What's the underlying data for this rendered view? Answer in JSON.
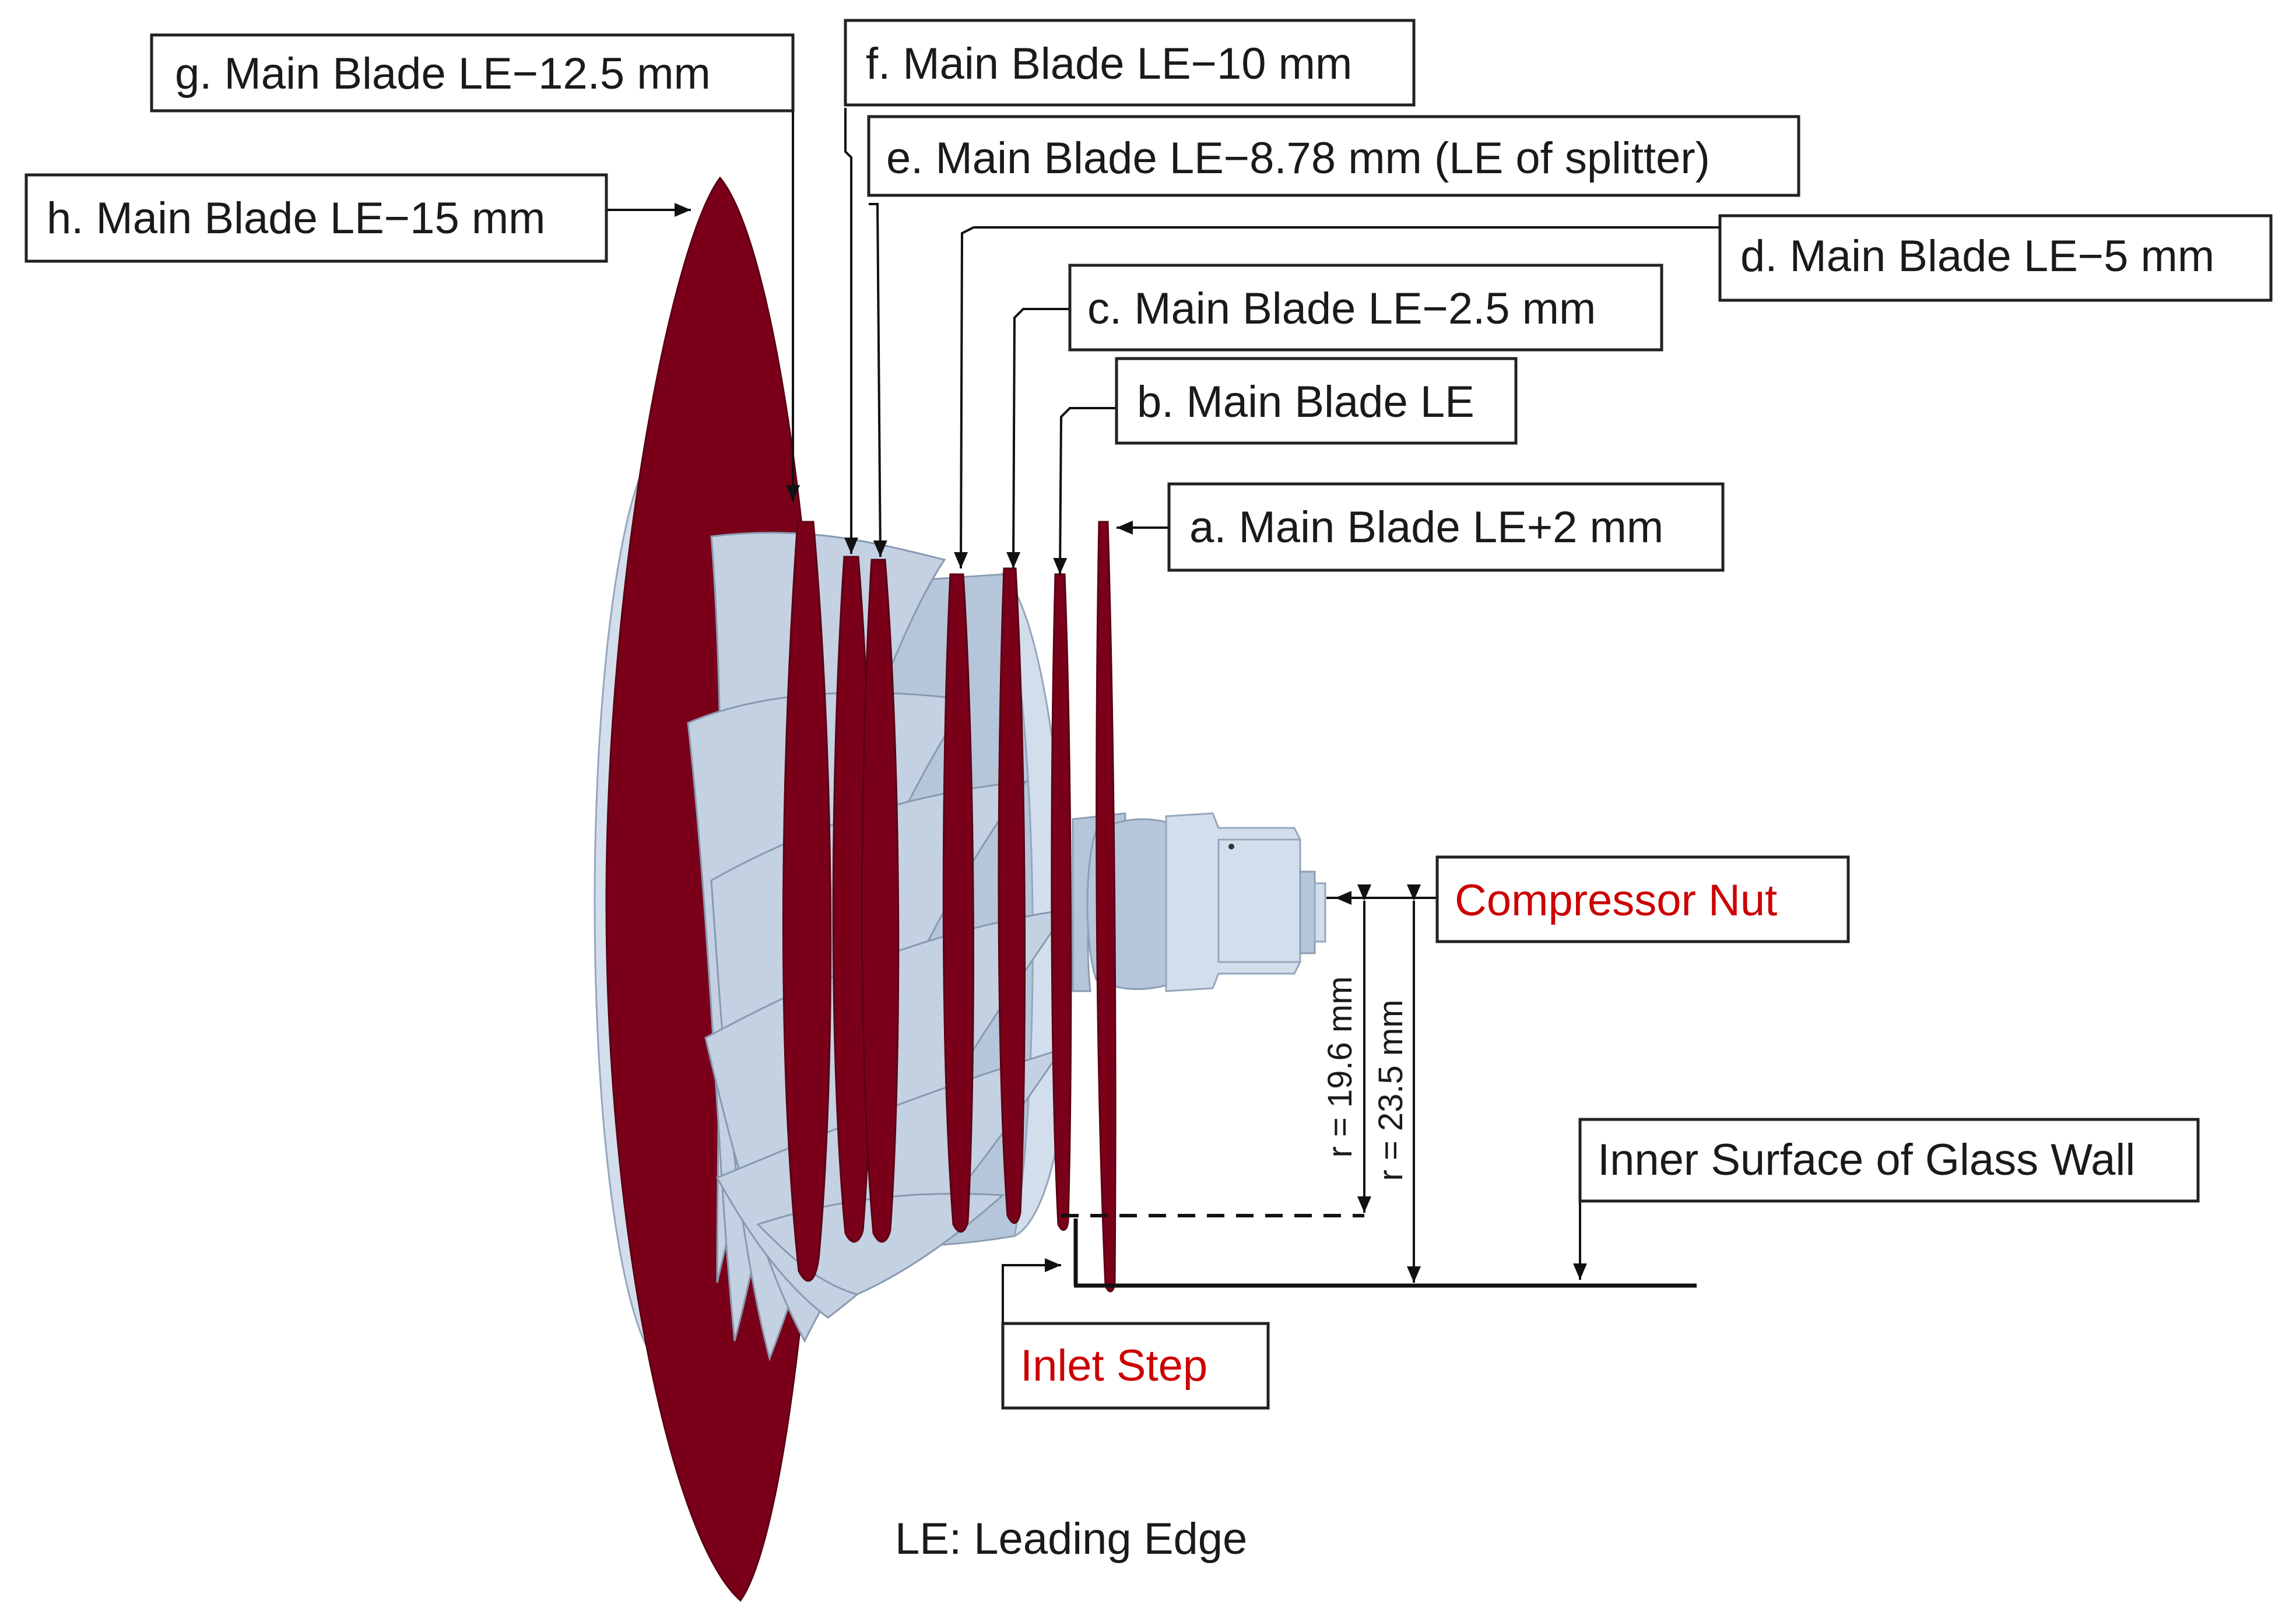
{
  "labels": {
    "a": "a. Main Blade LE+2 mm",
    "b": "b. Main Blade LE",
    "c": "c. Main Blade LE−2.5 mm",
    "d": "d. Main Blade LE−5 mm",
    "e": "e. Main Blade LE−8.78 mm (LE of splitter)",
    "f": "f. Main Blade LE−10 mm",
    "g": "g. Main Blade LE−12.5 mm",
    "h": "h. Main Blade LE−15 mm",
    "compressor_nut": "Compressor Nut",
    "inlet_step": "Inlet Step",
    "glass_wall": "Inner Surface of Glass Wall",
    "legend": "LE: Leading Edge"
  },
  "dimensions": {
    "r_inner": "r = 19.6 mm",
    "r_outer": "r = 23.5 mm"
  },
  "colors": {
    "plane": "#7a0019",
    "metal": "#b6c6da",
    "highlight_text": "#cc0000"
  }
}
